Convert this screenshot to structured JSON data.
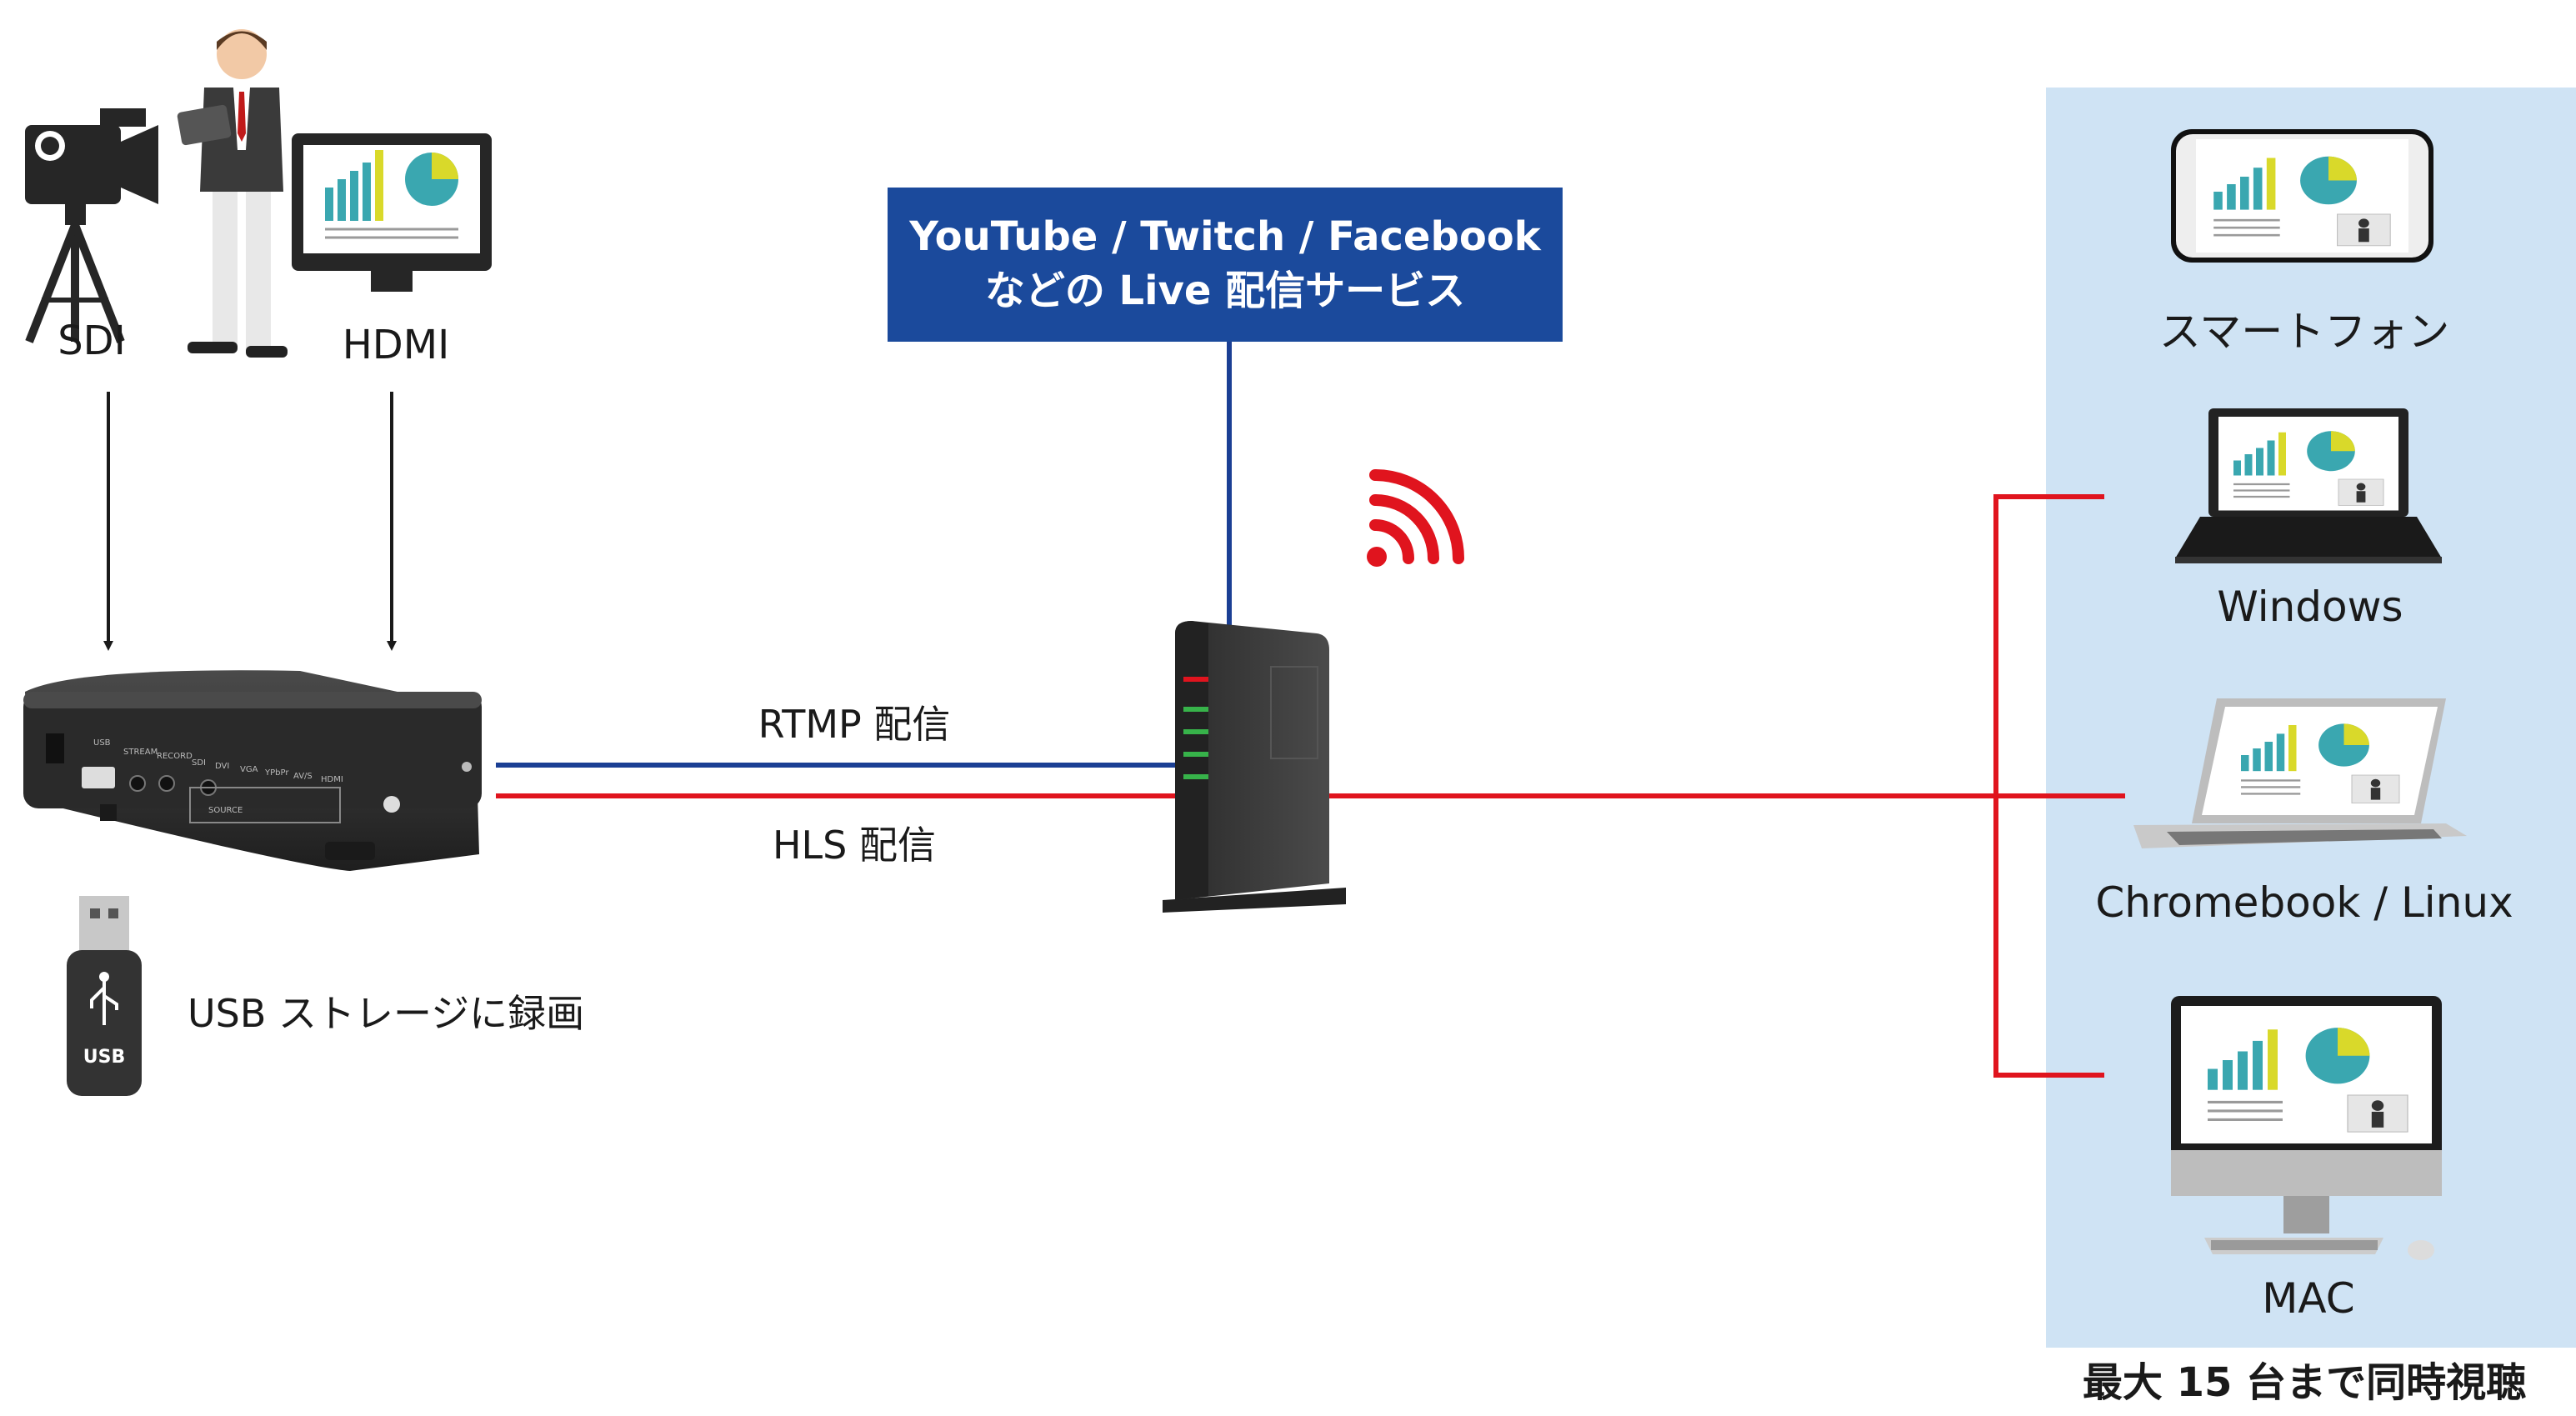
{
  "sources": {
    "sdi_label": "SDI",
    "hdmi_label": "HDMI",
    "camera_icon": "video-camera-icon",
    "presenter_icon": "presenter-with-tablet-icon",
    "monitor_icon": "presentation-monitor-icon"
  },
  "encoder": {
    "icon": "streaming-encoder-icon",
    "usb_label": "USB ストレージに録画",
    "usb_stick_text": "USB",
    "panel_labels": [
      "USB",
      "STREAM",
      "RECORD",
      "SDI",
      "DVI",
      "VGA",
      "YPbPr",
      "AV/S",
      "HDMI",
      "SOURCE"
    ]
  },
  "streaming_service": {
    "line1": "YouTube / Twitch / Facebook",
    "line2": "などの Live 配信サービス"
  },
  "links": {
    "rtmp_label": "RTMP 配信",
    "hls_label": "HLS 配信"
  },
  "router": {
    "icon": "wifi-router-icon",
    "wifi_icon": "wifi-signal-icon"
  },
  "viewers": {
    "devices": [
      {
        "label": "スマートフォン",
        "icon": "smartphone-icon"
      },
      {
        "label": "Windows",
        "icon": "windows-laptop-icon"
      },
      {
        "label": "Chromebook / Linux",
        "icon": "chromebook-laptop-icon"
      },
      {
        "label": "MAC",
        "icon": "imac-desktop-icon"
      }
    ],
    "caption": "最大 15 台まで同時視聴"
  },
  "colors": {
    "blue_line": "#1b3f94",
    "red_line": "#e0141e",
    "service_box": "#1b4a9c",
    "viewer_panel": "#cfe3f4",
    "chart_teal": "#3aa7b0",
    "chart_yellow": "#d9d92a",
    "chart_gray": "#9a9a9a"
  }
}
